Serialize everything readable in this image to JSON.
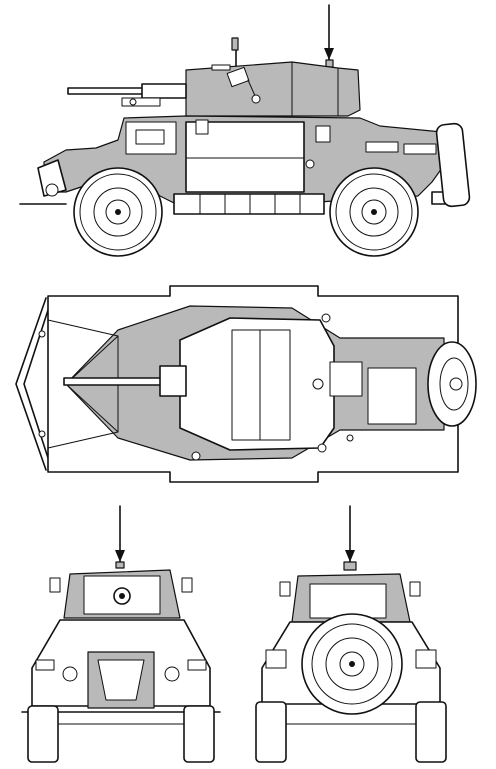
{
  "drawing": {
    "views": [
      "side",
      "top",
      "front",
      "rear"
    ],
    "colors": {
      "ink": "#111111",
      "paper": "#ffffff",
      "shade": "#b9b9b9"
    },
    "text": ""
  }
}
